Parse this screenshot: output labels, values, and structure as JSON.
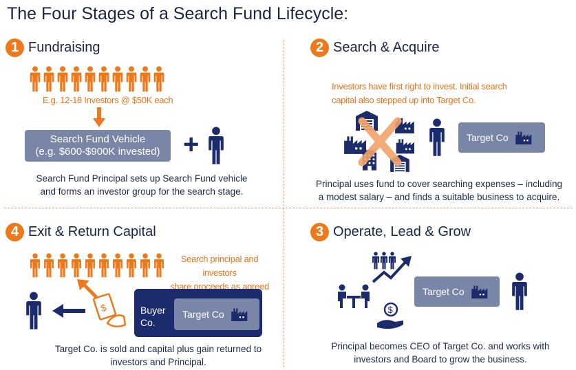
{
  "title": "The Four Stages of a Search Fund Lifecycle:",
  "colors": {
    "orange": "#ec7a1c",
    "navy": "#1c2b6b",
    "slate": "#7a86a8"
  },
  "stages": {
    "fundraising": {
      "number": "1",
      "title": "Fundraising",
      "investor_caption": "E.g. 12-18 Investors @ $50K each",
      "vehicle_line1": "Search Fund Vehicle",
      "vehicle_line2": "(e.g. $600-$900K invested)",
      "plus": "+",
      "description_line1": "Search Fund Principal sets up Search Fund vehicle",
      "description_line2": "and forms an investor group for the search stage."
    },
    "search": {
      "number": "2",
      "title": "Search & Acquire",
      "note_line1": "Investors have first right to invest. Initial search",
      "note_line2": "capital also stepped up into Target Co.",
      "target_label": "Target Co",
      "description_line1": "Principal uses fund to cover searching expenses – including",
      "description_line2": "a modest salary – and finds a suitable business to acquire."
    },
    "exit": {
      "number": "4",
      "title": "Exit & Return Capital",
      "note_line1": "Search principal and investors",
      "note_line2": "share proceeds as agreed",
      "buyer_line1": "Buyer",
      "buyer_line2": "Co.",
      "target_label": "Target Co",
      "description_line1": "Target Co. is sold and capital plus gain returned to",
      "description_line2": "investors and Principal."
    },
    "operate": {
      "number": "3",
      "title": "Operate, Lead & Grow",
      "target_label": "Target Co",
      "description_line1": "Principal becomes CEO of Target Co. and works with",
      "description_line2": "investors and Board to grow the business."
    }
  }
}
